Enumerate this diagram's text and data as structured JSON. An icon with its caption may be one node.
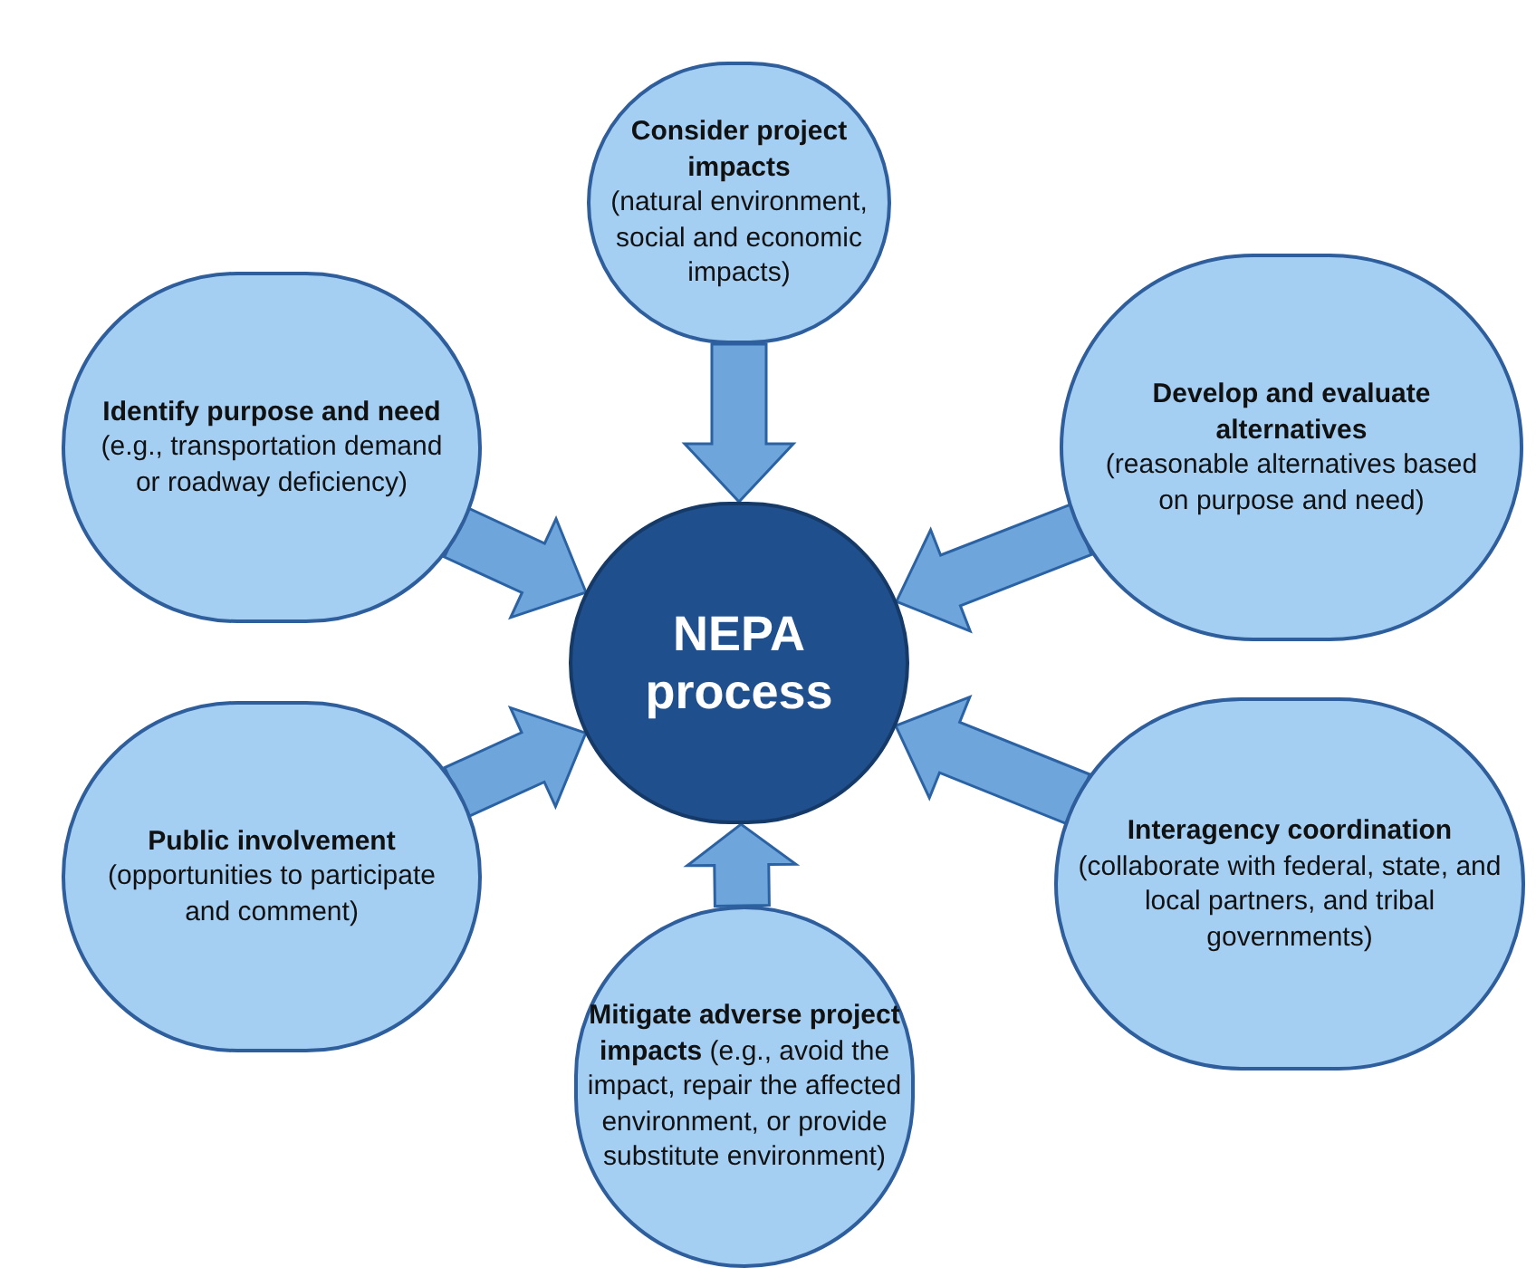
{
  "diagram": {
    "nodes": [
      {
        "text": [
          "Consider project impacts",
          "(natural environment, social and economic impacts)"
        ]
      },
      {
        "text": [
          "Identify purpose and need",
          "(e.g., transportation demand or roadway deficiency)"
        ]
      },
      {
        "text": [
          "Develop and evaluate alternatives",
          "(reasonable alternatives based on purpose and need)"
        ]
      },
      {
        "text": [
          "NEPA process"
        ]
      },
      {
        "text": [
          "Public involvement",
          "(opportunities to participate and comment)"
        ]
      },
      {
        "text": [
          "Interagency coordination",
          "(collaborate with federal, state, and local partners, and tribal governments)"
        ]
      },
      {
        "text": [
          "**Mitigate adverse project impacts** (e.g., avoid the impact, repair the affected environment, or provide substitute environment)"
        ]
      }
    ],
    "edges": [
      {
        "from": 0,
        "to": 3,
        "arrow": "to",
        "style": "thick"
      },
      {
        "from": 1,
        "to": 3,
        "arrow": "to",
        "style": "thick"
      },
      {
        "from": 2,
        "to": 3,
        "arrow": "to",
        "style": "thick"
      },
      {
        "from": 4,
        "to": 3,
        "arrow": "to",
        "style": "thick"
      },
      {
        "from": 5,
        "to": 3,
        "arrow": "to",
        "style": "thick"
      },
      {
        "from": 6,
        "to": 3,
        "arrow": "to",
        "style": "thick"
      }
    ]
  }
}
